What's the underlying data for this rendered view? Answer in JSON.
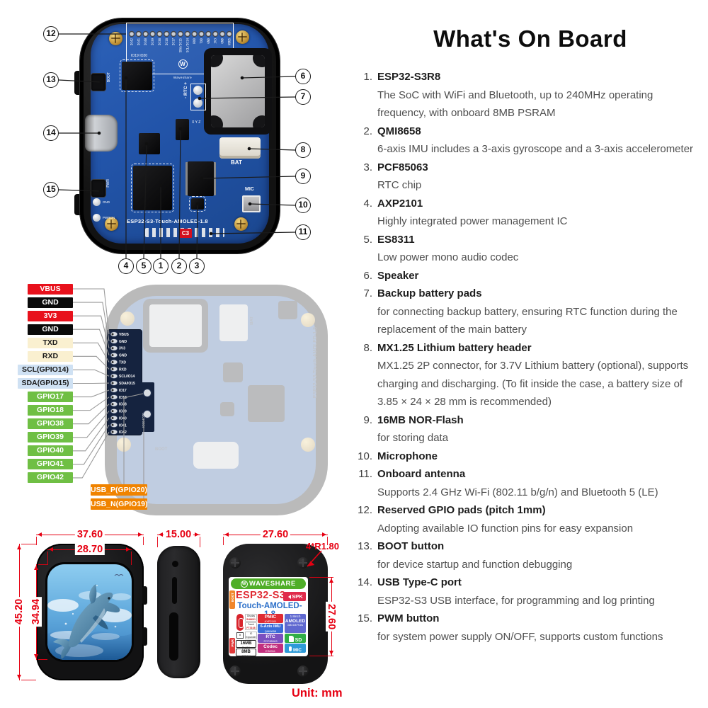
{
  "title": "What's On Board",
  "list": [
    {
      "num": "1.",
      "name": "ESP32-S3R8",
      "desc": "The SoC with WiFi and Bluetooth, up to 240MHz operating frequency, with onboard 8MB PSRAM"
    },
    {
      "num": "2.",
      "name": "QMI8658",
      "desc": "6-axis IMU includes a 3-axis gyroscope and a 3-axis accelerometer"
    },
    {
      "num": "3.",
      "name": "PCF85063",
      "desc": "RTC chip"
    },
    {
      "num": "4.",
      "name": "AXP2101",
      "desc": "Highly integrated power management IC"
    },
    {
      "num": "5.",
      "name": "ES8311",
      "desc": "Low power mono audio codec"
    },
    {
      "num": "6.",
      "name": "Speaker",
      "desc": ""
    },
    {
      "num": "7.",
      "name": "Backup battery pads",
      "desc": "for connecting backup battery, ensuring RTC function during the replacement of the main battery"
    },
    {
      "num": "8.",
      "name": "MX1.25 Lithium battery header",
      "desc": "MX1.25 2P connector, for 3.7V Lithium battery (optional), supports charging and discharging. (To fit inside the case, a battery size of 3.85 × 24 × 28 mm is recommended)"
    },
    {
      "num": "9.",
      "name": "16MB NOR-Flash",
      "desc": "for storing data"
    },
    {
      "num": "10.",
      "name": "Microphone",
      "desc": ""
    },
    {
      "num": "11.",
      "name": "Onboard antenna",
      "desc": "Supports 2.4 GHz Wi-Fi (802.11 b/g/n) and Bluetooth 5 (LE)"
    },
    {
      "num": "12.",
      "name": "Reserved GPIO pads (pitch 1mm)",
      "desc": "Adopting available IO function pins for easy expansion"
    },
    {
      "num": "13.",
      "name": "BOOT button",
      "desc": "for device startup and function debugging"
    },
    {
      "num": "14.",
      "name": "USB Type-C port",
      "desc": "ESP32-S3 USB interface, for programming and log printing"
    },
    {
      "num": "15.",
      "name": "PWM button",
      "desc": "for system power supply ON/OFF, supports custom functions"
    }
  ],
  "pcb_photo": {
    "callouts": {
      "left": [
        "12",
        "13",
        "14",
        "15"
      ],
      "right": [
        "6",
        "7",
        "8",
        "9",
        "10",
        "11"
      ],
      "bottom": [
        "4",
        "5",
        "1",
        "2",
        "3"
      ]
    },
    "silkscreen": {
      "board_name": "ESP32-S3-Touch-AMOLED-1.8",
      "bat": "BAT",
      "mic": "MIC",
      "rtc": "- RTC +",
      "boot": "BOOT",
      "pwr": "PWR",
      "gnd": "GND",
      "pwron": "PWRON",
      "io_pads": "IO19 IO20",
      "brand": "Waveshare",
      "brand_initial": "W",
      "antenna_tag": "C3",
      "axis": "X Y Z"
    }
  },
  "pinout": {
    "pins": [
      {
        "label": "VBUS",
        "silk": "VBUS",
        "type": "power"
      },
      {
        "label": "GND",
        "silk": "GND",
        "type": "gnd"
      },
      {
        "label": "3V3",
        "silk": "3V3",
        "type": "power"
      },
      {
        "label": "GND",
        "silk": "GND",
        "type": "gnd"
      },
      {
        "label": "TXD",
        "silk": "TXD",
        "type": "uart"
      },
      {
        "label": "RXD",
        "silk": "RXD",
        "type": "uart"
      },
      {
        "label": "SCL(GPIO14)",
        "silk": "SCL/IO14",
        "type": "i2c"
      },
      {
        "label": "SDA(GPIO15)",
        "silk": "SDA/IO15",
        "type": "i2c"
      },
      {
        "label": "GPIO17",
        "silk": "IO17",
        "type": "gpio"
      },
      {
        "label": "GPIO18",
        "silk": "IO18",
        "type": "gpio"
      },
      {
        "label": "GPIO38",
        "silk": "IO38",
        "type": "gpio"
      },
      {
        "label": "GPIO39",
        "silk": "IO39",
        "type": "gpio"
      },
      {
        "label": "GPIO40",
        "silk": "IO40",
        "type": "gpio"
      },
      {
        "label": "GPIO41",
        "silk": "IO41",
        "type": "gpio"
      },
      {
        "label": "GPIO42",
        "silk": "IO42",
        "type": "gpio"
      }
    ],
    "usb_pins": [
      {
        "label": "USB_P(GPIO20)",
        "type": "usb"
      },
      {
        "label": "USB_N(GPIO19)",
        "type": "usb"
      }
    ],
    "type_colors": {
      "power": "#e8111c",
      "gnd": "#0a0a0a",
      "uart": "#faf0d0",
      "i2c": "#cfe1f3",
      "gpio": "#6fbf44",
      "usb": "#f08300"
    }
  },
  "dimensions": {
    "front_width": "37.60",
    "screen_width": "28.70",
    "front_height": "45.20",
    "screen_height": "34.94",
    "side_width": "15.00",
    "back_width": "27.60",
    "back_height": "27.60",
    "corner_radius": "4*R1.80",
    "unit_label": "Unit: mm"
  },
  "sticker": {
    "brand": "WAVESHARE",
    "brand_initial": "W",
    "model_line1": "ESP32-S3-",
    "model_line2": "Touch-AMOLED-1.8",
    "spk_badge": "SPK",
    "boot_tab": "BOOT",
    "pwr_tab": "PWR",
    "weee_mark": "×",
    "side_items": [
      {
        "top": "Display",
        "bottom": "SH8601"
      },
      {
        "top": "Touch",
        "bottom": "FT3168"
      },
      {
        "top": "IO Expander",
        "bottom": "TCA9554"
      },
      {
        "top": "16MB",
        "bottom": "FLASH"
      },
      {
        "top": "8MB",
        "bottom": "PSRAM"
      }
    ],
    "tiles": [
      {
        "title": "PMIC",
        "sub": "AXP2101",
        "color": "#e02b33"
      },
      {
        "title": "6-Axis IMU",
        "sub": "QMI8658",
        "color": "#3a6bd8"
      },
      {
        "title": "RTC",
        "sub": "PCF85063",
        "color": "#7b50c0"
      },
      {
        "title": "Codec",
        "sub": "ES8311",
        "color": "#c22f7e"
      }
    ],
    "right_tiles": [
      {
        "title": "1.8inch",
        "sub": "AMOLED",
        "sub2": "368×448 Pixels",
        "color": "#5f68d0"
      },
      {
        "title": "SD",
        "color": "#2fae46"
      },
      {
        "title": "MIC",
        "color": "#2d9ad8"
      }
    ]
  },
  "colors": {
    "dimension_red": "#e60012",
    "pcb_blue": "#2254a9",
    "case_black": "#151515",
    "callout_line": "#1a1a1a",
    "leader_gray": "#9a9a9a",
    "strip_navy": "#15233f"
  }
}
